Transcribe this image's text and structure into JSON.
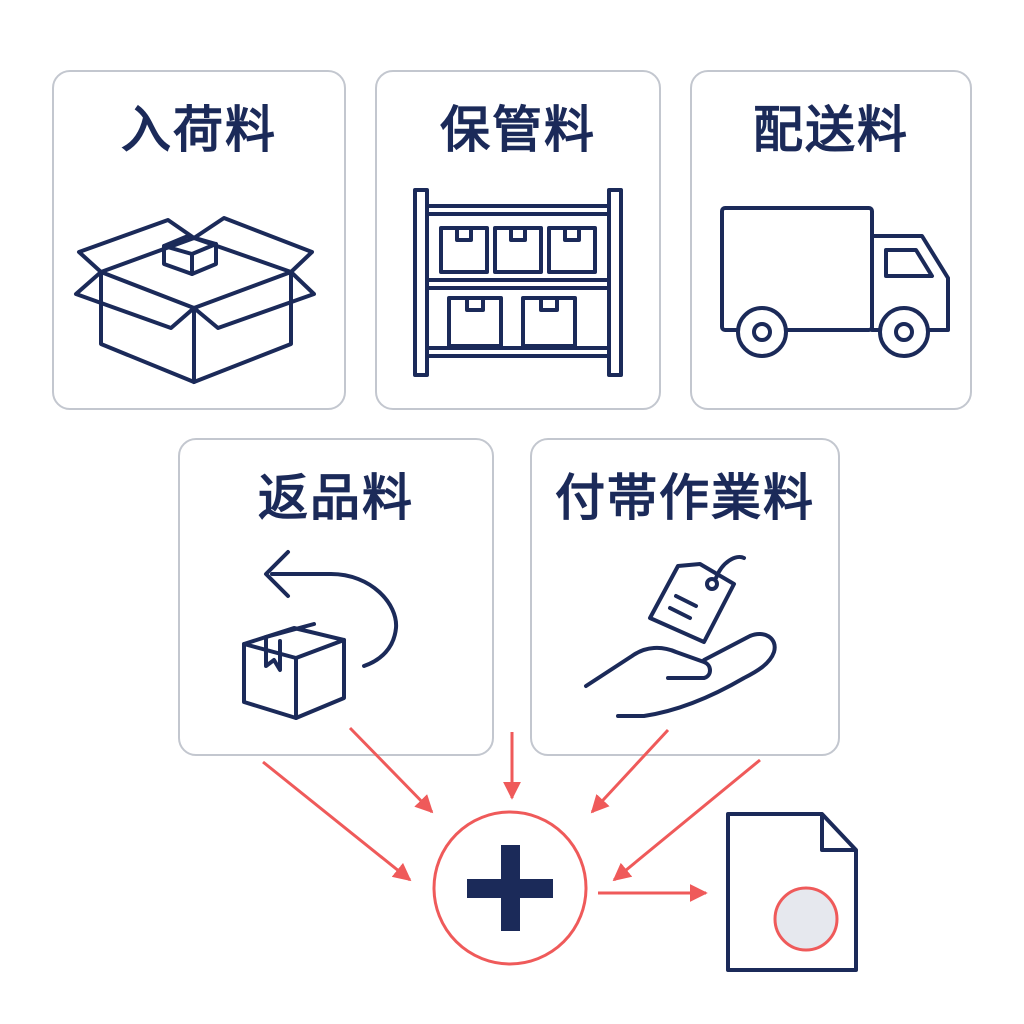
{
  "colors": {
    "navy": "#1b2a59",
    "card_border": "#c3c7cf",
    "accent_red": "#ef5a5a",
    "doc_circle_fill": "#e6e8ee"
  },
  "cards": [
    {
      "id": "receiving",
      "label": "入荷料",
      "icon": "open-box-icon"
    },
    {
      "id": "storage",
      "label": "保管料",
      "icon": "storage-shelf-icon"
    },
    {
      "id": "shipping",
      "label": "配送料",
      "icon": "delivery-truck-icon"
    },
    {
      "id": "returns",
      "label": "返品料",
      "icon": "return-package-icon"
    },
    {
      "id": "ancillary",
      "label": "付帯作業料",
      "icon": "hand-tag-icon"
    }
  ],
  "total": {
    "icon": "plus-icon"
  },
  "result": {
    "icon": "invoice-document-icon"
  }
}
